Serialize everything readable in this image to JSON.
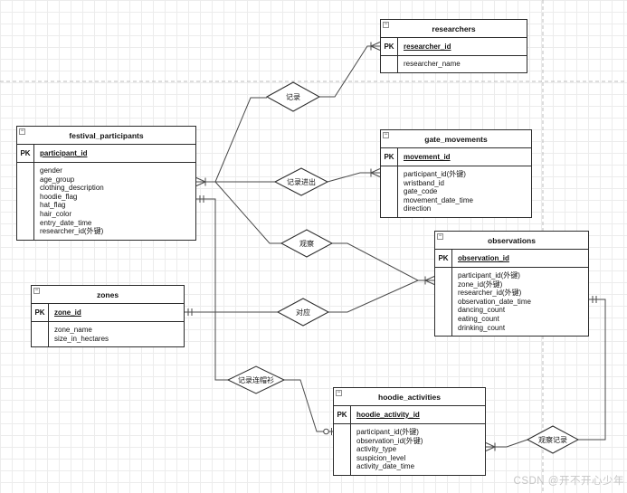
{
  "diagram": {
    "watermark": "CSDN @开不开心少年",
    "icons": {
      "collapse": "−"
    },
    "tables": [
      {
        "name": "researchers",
        "key_label": "PK",
        "primary_key": "researcher_id",
        "fields": [
          "researcher_name"
        ]
      },
      {
        "name": "festival_participants",
        "key_label": "PK",
        "primary_key": "participant_id",
        "fields": [
          "gender",
          "age_group",
          "clothing_description",
          "hoodie_flag",
          "hat_flag",
          "hair_color",
          "entry_date_time",
          "researcher_id(外键)"
        ]
      },
      {
        "name": "gate_movements",
        "key_label": "PK",
        "primary_key": "movement_id",
        "fields": [
          "participant_id(外键)",
          "wristband_id",
          "gate_code",
          "movement_date_time",
          "direction"
        ]
      },
      {
        "name": "observations",
        "key_label": "PK",
        "primary_key": "observation_id",
        "fields": [
          "participant_id(外键)",
          "zone_id(外键)",
          "researcher_id(外键)",
          "observation_date_time",
          "dancing_count",
          "eating_count",
          "drinking_count"
        ]
      },
      {
        "name": "zones",
        "key_label": "PK",
        "primary_key": "zone_id",
        "fields": [
          "zone_name",
          "size_in_hectares"
        ]
      },
      {
        "name": "hoodie_activities",
        "key_label": "PK",
        "primary_key": "hoodie_activity_id",
        "fields": [
          "participant_id(外键)",
          "observation_id(外键)",
          "activity_type",
          "suspicion_level",
          "activity_date_time"
        ]
      }
    ],
    "relationships": [
      {
        "label": "记录",
        "from": "festival_participants",
        "to": "researchers"
      },
      {
        "label": "记录进出",
        "from": "festival_participants",
        "to": "gate_movements"
      },
      {
        "label": "观察",
        "from": "festival_participants",
        "to": "observations"
      },
      {
        "label": "对应",
        "from": "zones",
        "to": "observations"
      },
      {
        "label": "记录连帽衫",
        "from": "festival_participants",
        "to": "hoodie_activities"
      },
      {
        "label": "观察记录",
        "from": "observations",
        "to": "hoodie_activities"
      }
    ]
  }
}
